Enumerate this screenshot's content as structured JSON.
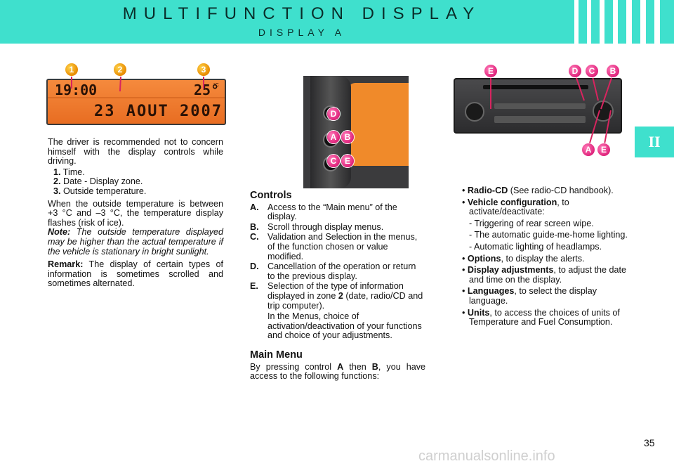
{
  "header": {
    "title": "MULTIFUNCTION DISPLAY",
    "subtitle": "DISPLAY A"
  },
  "section_tab": "II",
  "lcd": {
    "time": "19:00",
    "temperature": "25°",
    "temperature_unit": "°C",
    "date": "23 AOUT 2007"
  },
  "callouts_lcd": [
    "1",
    "2",
    "3"
  ],
  "callouts_controls": [
    "D",
    "A",
    "B",
    "C",
    "E"
  ],
  "callouts_radio_top": [
    "E",
    "D",
    "C",
    "B"
  ],
  "callouts_radio_bottom": [
    "A",
    "E"
  ],
  "left": {
    "intro": "The driver is recommended not to concern himself with the display controls while driving.",
    "items": [
      {
        "num": "1.",
        "text": "Time."
      },
      {
        "num": "2.",
        "text": "Date - Display zone."
      },
      {
        "num": "3.",
        "text": "Outside temperature."
      }
    ],
    "temp_note": "When the outside temperature is between +3 °C and –3 °C, the temperature display flashes (risk of ice).",
    "note_label": "Note:",
    "note_text": "The outside temperature displayed may be higher than the actual temperature if the vehicle is stationary in bright sunlight.",
    "remark_label": "Remark:",
    "remark_text": "The display of certain types of information is sometimes scrolled and sometimes alternated."
  },
  "middle": {
    "controls_heading": "Controls",
    "controls": [
      {
        "key": "A.",
        "text": "Access to the “Main menu” of the display."
      },
      {
        "key": "B.",
        "text": "Scroll through display menus."
      },
      {
        "key": "C.",
        "text": "Validation and Selection in the menus, of the function chosen or value modified."
      },
      {
        "key": "D.",
        "text": "Cancellation of the operation or return to the previous display."
      },
      {
        "key": "E.",
        "text": "Selection of the type of information displayed in zone",
        "zone": "2",
        "text2": "(date, radio/CD and trip computer).",
        "text3": "In the Menus, choice of activation/deactivation of your functions and choice of your adjustments."
      }
    ],
    "main_menu_heading": "Main Menu",
    "main_menu_text_1": "By pressing control",
    "main_menu_key_a": "A",
    "main_menu_text_2": "then",
    "main_menu_key_b": "B",
    "main_menu_text_3": ", you have access to the following functions:"
  },
  "right": {
    "radio_cd_label": "Radio-CD",
    "radio_cd_text": "(See radio-CD handbook).",
    "vehicle_label": "Vehicle configuration",
    "vehicle_text": ", to activate/deactivate:",
    "vehicle_items": [
      "- Triggering of rear screen wipe.",
      "- The automatic guide-me-home lighting.",
      "- Automatic lighting of headlamps."
    ],
    "options_label": "Options",
    "options_text": ", to display the alerts.",
    "display_label": "Display adjustments",
    "display_text": ", to adjust the date and time on the display.",
    "languages_label": "Languages",
    "languages_text": ", to select the display language.",
    "units_label": "Units",
    "units_text": ", to access the choices of units of Temperature and Fuel Consumption."
  },
  "page_number": "35",
  "watermark": "carmanualsonline.info",
  "colors": {
    "header": "#3fe0cd",
    "lcd_orange": "#f07a2e",
    "marker_orange": "#e88b00",
    "marker_pink": "#e0247c"
  }
}
